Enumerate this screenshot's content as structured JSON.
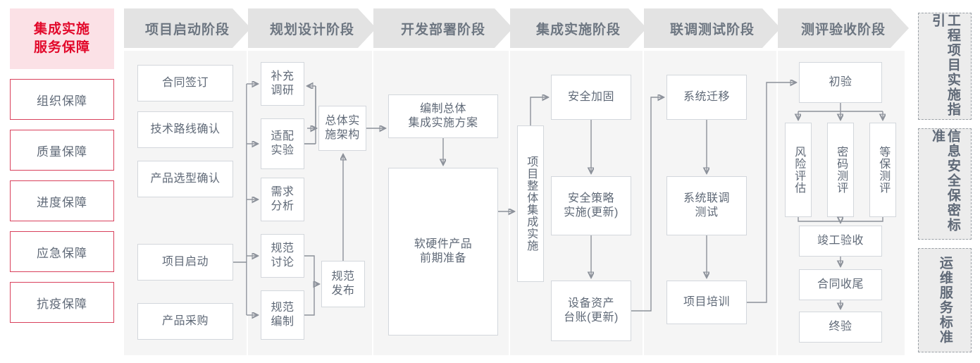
{
  "left_panel": {
    "title": "集成实施\n服务保障",
    "title_bg": "#fbe1e6",
    "title_color": "#e2092b",
    "border_color": "#d9415c",
    "items": [
      {
        "label": "组织保障"
      },
      {
        "label": "质量保障"
      },
      {
        "label": "进度保障"
      },
      {
        "label": "应急保障"
      },
      {
        "label": "抗疫保障"
      }
    ]
  },
  "phases": [
    {
      "name": "project-start",
      "header": "项目启动阶段",
      "nodes": [
        {
          "name": "contract-signing",
          "label": "合同签订"
        },
        {
          "name": "tech-route-confirm",
          "label": "技术路线确认"
        },
        {
          "name": "product-selection-confirm",
          "label": "产品选型确认"
        },
        {
          "name": "project-kickoff",
          "label": "项目启动"
        },
        {
          "name": "product-procurement",
          "label": "产品采购"
        }
      ]
    },
    {
      "name": "planning-design",
      "header": "规划设计阶段",
      "nodes": [
        {
          "name": "supplementary-research",
          "label": "补充\n调研"
        },
        {
          "name": "adaptation-experiment",
          "label": "适配\n实验"
        },
        {
          "name": "requirement-analysis",
          "label": "需求\n分析"
        },
        {
          "name": "spec-discussion",
          "label": "规范\n讨论"
        },
        {
          "name": "spec-drafting",
          "label": "规范\n编制"
        },
        {
          "name": "overall-implementation-architecture",
          "label": "总体实\n施架构"
        },
        {
          "name": "spec-release",
          "label": "规范\n发布"
        }
      ]
    },
    {
      "name": "development-deployment",
      "header": "开发部署阶段",
      "nodes": [
        {
          "name": "compile-overall-integration-plan",
          "label": "编制总体\n集成实施方案"
        },
        {
          "name": "hardware-software-preparation",
          "label": "软硬件产品\n前期准备"
        }
      ]
    },
    {
      "name": "integration-implementation",
      "header": "集成实施阶段",
      "nodes": [
        {
          "name": "project-overall-integration",
          "label": "项目整体集成实施",
          "vertical": true
        },
        {
          "name": "security-hardening",
          "label": "安全加固"
        },
        {
          "name": "security-policy-implementation",
          "label": "安全策略\n实施(更新)"
        },
        {
          "name": "equipment-asset-ledger",
          "label": "设备资产\n台账(更新)"
        }
      ]
    },
    {
      "name": "joint-debug-test",
      "header": "联调测试阶段",
      "nodes": [
        {
          "name": "system-migration",
          "label": "系统迁移"
        },
        {
          "name": "system-joint-debug-test",
          "label": "系统联调\n测试"
        },
        {
          "name": "project-training",
          "label": "项目培训"
        }
      ]
    },
    {
      "name": "evaluation-acceptance",
      "header": "测评验收阶段",
      "nodes": [
        {
          "name": "preliminary-acceptance",
          "label": "初验"
        },
        {
          "name": "risk-assessment",
          "label": "风险评估",
          "vertical": true
        },
        {
          "name": "crypto-evaluation",
          "label": "密码测评",
          "vertical": true
        },
        {
          "name": "mlps-evaluation",
          "label": "等保测评",
          "vertical": true
        },
        {
          "name": "completion-acceptance",
          "label": "竣工验收"
        },
        {
          "name": "contract-closeout",
          "label": "合同收尾"
        },
        {
          "name": "final-acceptance",
          "label": "终验"
        }
      ]
    }
  ],
  "standards": [
    {
      "name": "engineering-project-guide",
      "label": "工程项目实施指引"
    },
    {
      "name": "infosec-confidentiality-standard",
      "label": "信息安全保密标准"
    },
    {
      "name": "ops-service-standard",
      "label": "运维服务标准"
    }
  ],
  "colors": {
    "node_border": "#d3d7dc",
    "phase_header_bg": "#e3e3e3",
    "phase_body_bg": "#f5f5f5",
    "connector": "#8c919a",
    "accent_red": "#e2092b"
  }
}
